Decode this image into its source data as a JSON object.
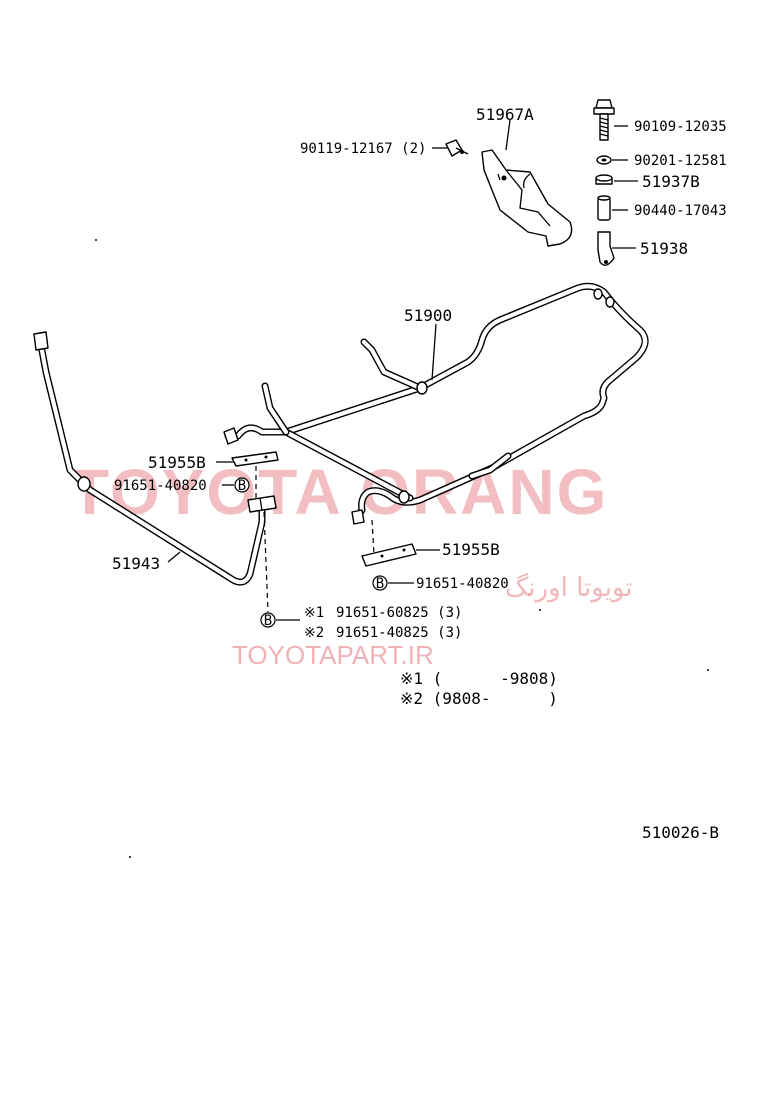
{
  "parts": {
    "p51967A": "51967A",
    "p90119": "90119-12167 (2)",
    "p90109": "90109-12035",
    "p90201": "90201-12581",
    "p51937B": "51937B",
    "p90440": "90440-17043",
    "p51938": "51938",
    "p51900": "51900",
    "p51955B_left": "51955B",
    "p91651_left": "91651-40820",
    "p51943": "51943",
    "p51955B_right": "51955B",
    "p91651_right": "91651-40820",
    "bolt_b_left": "B",
    "bolt_b_right": "B",
    "bolt_b_bottom": "B",
    "note1_mark": "※1",
    "note1_part": "91651-60825 (3)",
    "note2_mark": "※2",
    "note2_part": "91651-40825 (3)"
  },
  "legend": {
    "line1": "※1 (      -9808)",
    "line2": "※2 (9808-      )"
  },
  "diagram_id": "510026-B",
  "watermark": {
    "main": "TOYOTA ORANG",
    "persian": "تویوتا اورنگ",
    "url": "TOYOTAPART.IR"
  }
}
